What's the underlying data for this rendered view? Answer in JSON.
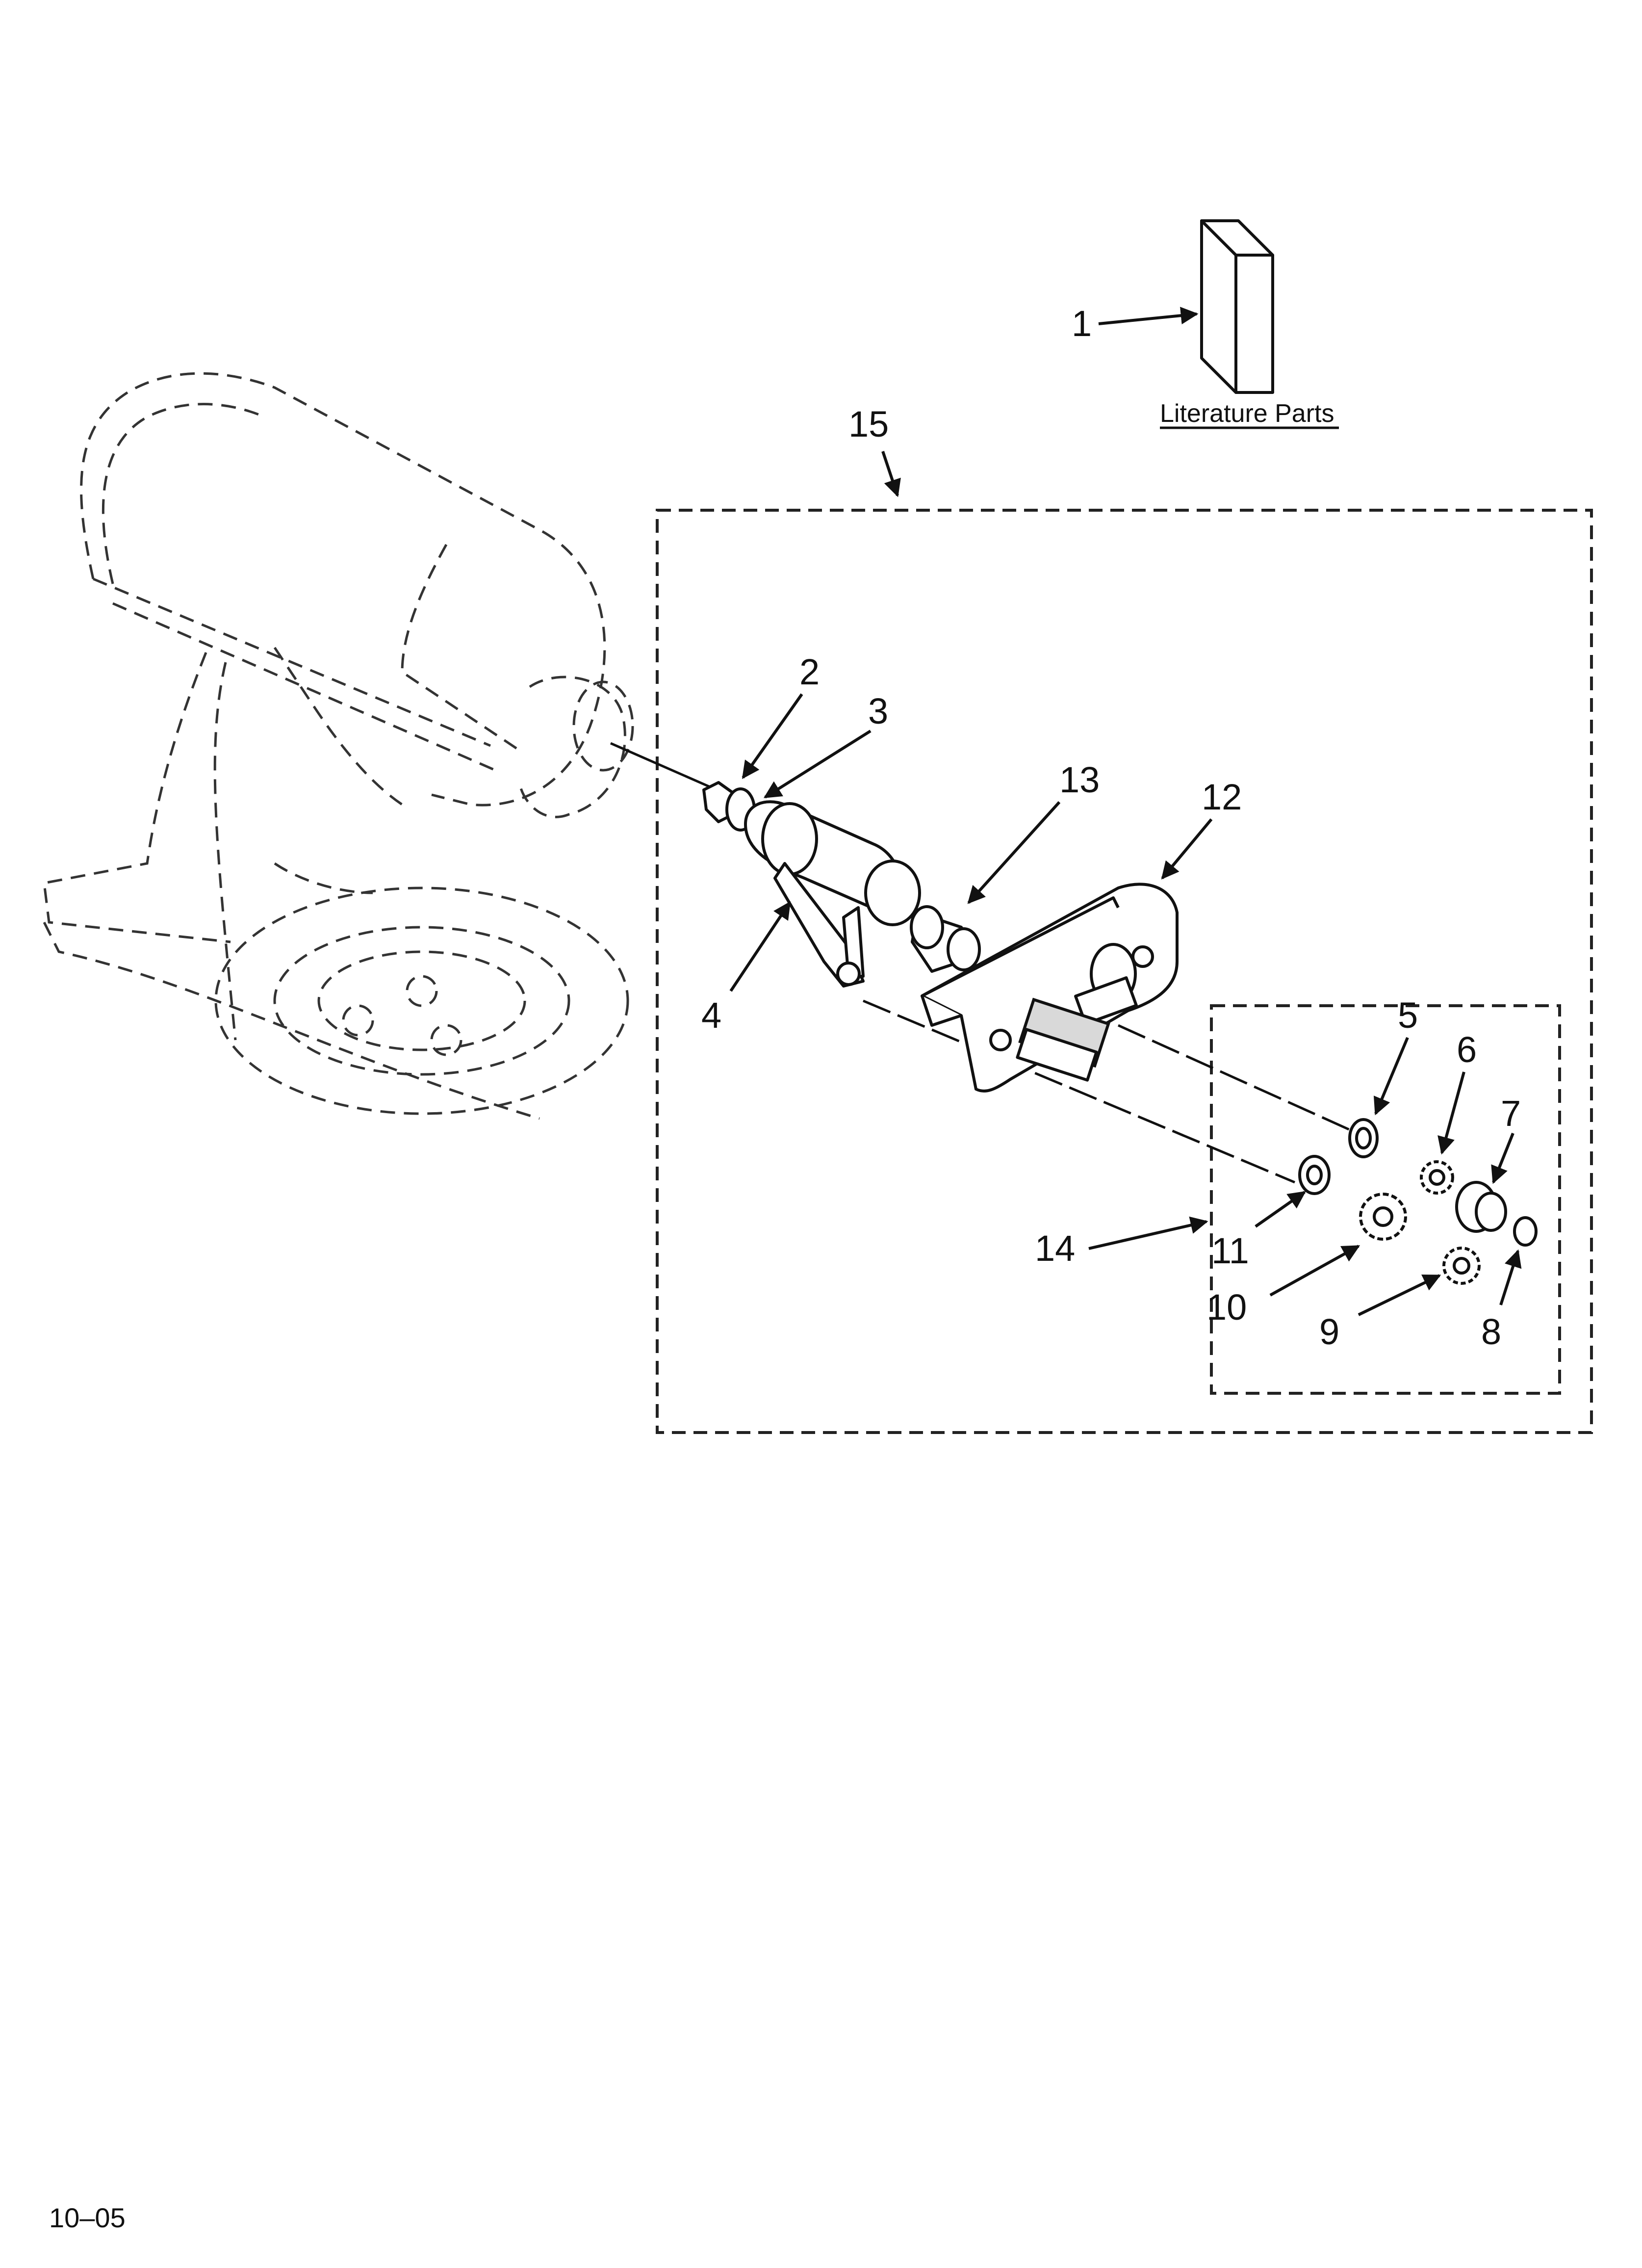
{
  "literature_caption": "Literature Parts",
  "footer_code": "10–05",
  "callouts": [
    "1",
    "2",
    "3",
    "4",
    "5",
    "6",
    "7",
    "8",
    "9",
    "10",
    "11",
    "12",
    "13",
    "14",
    "15"
  ]
}
